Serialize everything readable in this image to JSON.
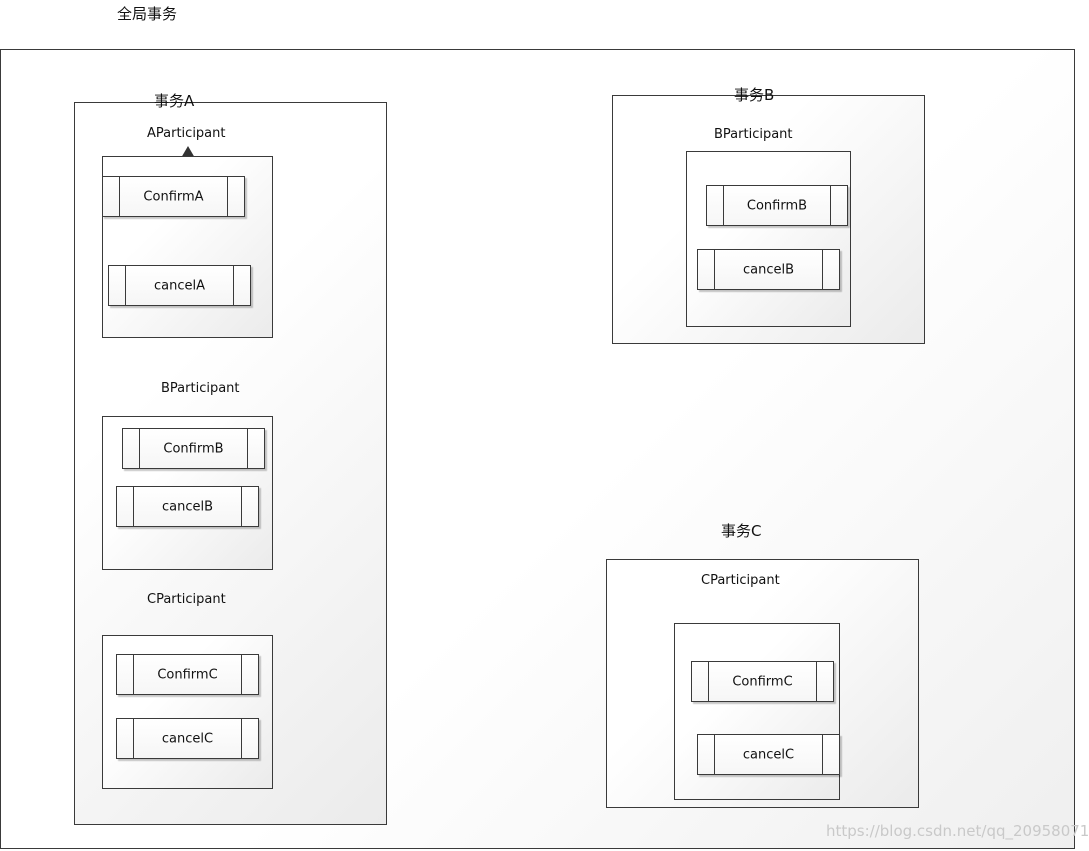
{
  "title": "全局事务",
  "transactions": [
    {
      "label": "事务A",
      "participants": [
        {
          "label": "AParticipant",
          "confirm": "ConfirmA",
          "cancel": "cancelA"
        },
        {
          "label": "BParticipant",
          "confirm": "ConfirmB",
          "cancel": "cancelB"
        },
        {
          "label": "CParticipant",
          "confirm": "ConfirmC",
          "cancel": "cancelC"
        }
      ]
    },
    {
      "label": "事务B",
      "participants": [
        {
          "label": "BParticipant",
          "confirm": "ConfirmB",
          "cancel": "cancelB"
        }
      ]
    },
    {
      "label": "事务C",
      "participants": [
        {
          "label": "CParticipant",
          "confirm": "ConfirmC",
          "cancel": "cancelC"
        }
      ]
    }
  ],
  "watermark": "https://blog.csdn.net/qq_20958071"
}
